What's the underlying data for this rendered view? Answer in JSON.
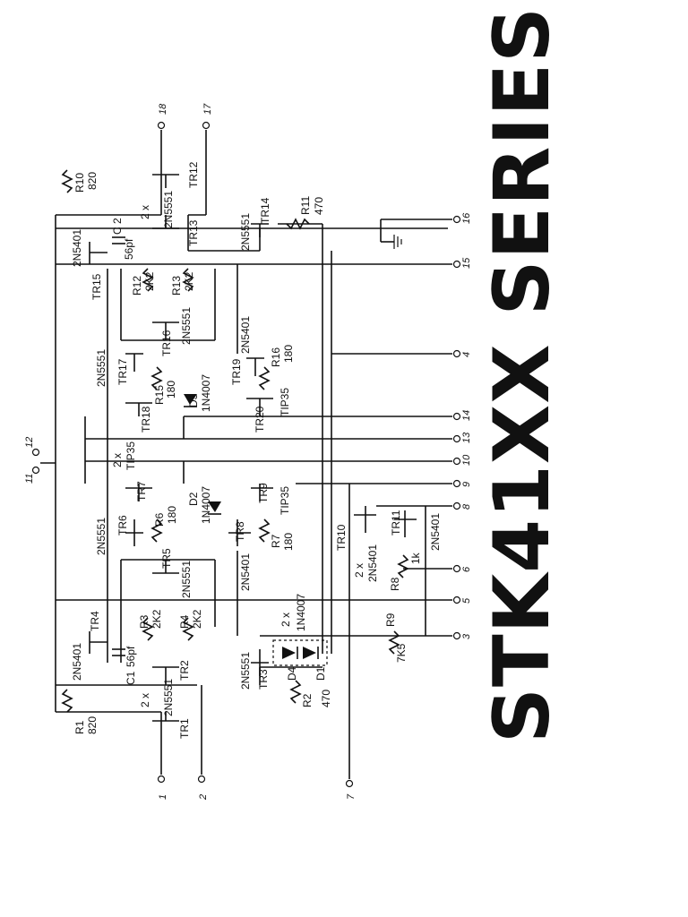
{
  "title": "STK41XX SERIES",
  "pins": {
    "p1": "1",
    "p2": "2",
    "p3": "3",
    "p4": "4",
    "p5": "5",
    "p6": "6",
    "p7": "7",
    "p8": "8",
    "p9": "9",
    "p10": "10",
    "p11": "11",
    "p12": "12",
    "p13": "13",
    "p14": "14",
    "p15": "15",
    "p16": "16",
    "p17": "17",
    "p18": "18"
  },
  "components": {
    "r1": "R1",
    "r1v": "820",
    "r2": "R2",
    "r2v": "470",
    "r3": "R3",
    "r3v": "2K2",
    "r4": "R4",
    "r4v": "2K2",
    "r6": "R6",
    "r6v": "180",
    "r7": "R7",
    "r7v": "180",
    "r8": "R8",
    "r8v": "1k",
    "r9": "R9",
    "r9v": "7K5",
    "r10": "R10",
    "r10v": "820",
    "r11": "R11",
    "r11v": "470",
    "r12": "R12",
    "r12v": "2K2",
    "r13": "R13",
    "r13v": "2K2",
    "r15": "R15",
    "r15v": "180",
    "r16": "R16",
    "r16v": "180",
    "c1": "C1",
    "c1v": "56pf",
    "c2": "C 2",
    "c2v": "56pf",
    "d1": "D1",
    "d2": "D2",
    "d2v": "1N4007",
    "d3": "D3",
    "d3v": "1N4007",
    "d4": "D4",
    "d14v": "1N4007",
    "tr1": "TR1",
    "tr2": "TR2",
    "tr3": "TR3",
    "tr4": "TR4",
    "tr5": "TR5",
    "tr6": "TR6",
    "tr7": "TR7",
    "tr8": "TR8",
    "tr9": "TR9",
    "tr10": "TR10",
    "tr11": "TR11",
    "tr12": "TR12",
    "tr13": "TR13",
    "tr14": "TR14",
    "tr15": "TR15",
    "tr16": "TR16",
    "tr17": "TR17",
    "tr18": "TR18",
    "tr19": "TR19",
    "tr20": "TR20",
    "n5551": "2N5551",
    "n5401": "2N5401",
    "tip35": "TIP35",
    "x2": "2 x"
  }
}
